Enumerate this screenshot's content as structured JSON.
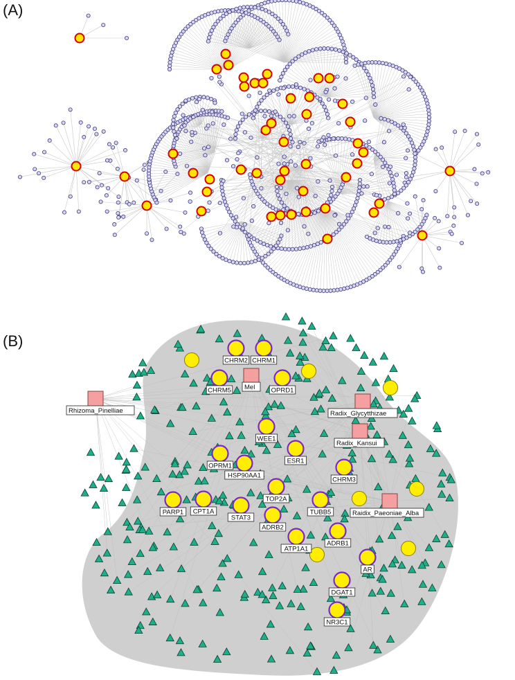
{
  "panels": {
    "a": {
      "label": "(A)"
    },
    "b": {
      "label": "(B)"
    }
  },
  "colors": {
    "edge": "#c8c8c8",
    "small_node_fill": "#d8d6ee",
    "small_node_stroke": "#3c3a80",
    "hub_fill": "#ffe600",
    "hub_stroke": "#d40000",
    "target_fill": "#ffee00",
    "target_stroke": "#7a28c8",
    "triangle_fill": "#1fae8a",
    "triangle_stroke": "#0b3d2f",
    "herb_fill": "#f4a0a0",
    "herb_stroke": "#8a4040",
    "compound_fill": "#ffee00",
    "compound_stroke": "#8a7a00"
  },
  "network_b": {
    "herbs": [
      {
        "id": "rhizoma",
        "label": "Rhizoma_Pinelliae"
      },
      {
        "id": "mel",
        "label": "Mel"
      },
      {
        "id": "glycyrrhizae",
        "label": "Radix_Glycytthizae"
      },
      {
        "id": "kansui",
        "label": "Radix_Kansui"
      },
      {
        "id": "paeoniae",
        "label": "Raidix_Paeoniae_Alba"
      }
    ],
    "targets": [
      "CHRM2",
      "CHRM1",
      "CHRM5",
      "OPRD1",
      "WEE1",
      "ESR1",
      "OPRM1",
      "HSP90AA1",
      "CHRM3",
      "TOP2A",
      "PARP1",
      "CPT1A",
      "STAT3",
      "TUBB5",
      "ADRB2",
      "ADRB1",
      "ATP1A1",
      "AR",
      "DGAT1",
      "NR3C1"
    ]
  }
}
